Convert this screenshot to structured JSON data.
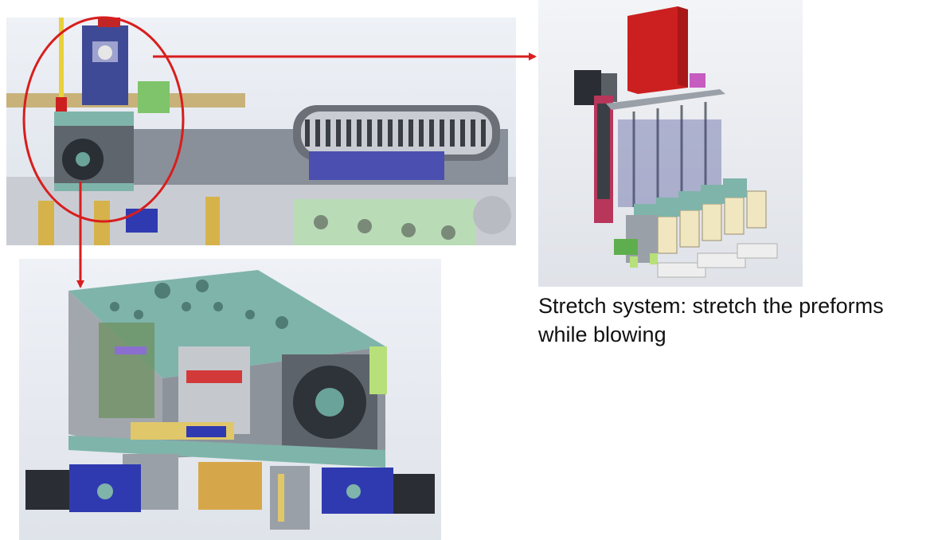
{
  "caption": {
    "line1": "Stretch system: stretch the preforms",
    "line2": "while blowing"
  },
  "colors": {
    "highlight": "#d81e1e",
    "arrow": "#d81e1e",
    "machine_frame": "#7a8088",
    "table_top": "#7fb4aa",
    "motor_blue": "#2f3ab0",
    "stretch_red": "#cc2020",
    "cylinder_cream": "#f0e6c0"
  },
  "annotations": {
    "highlight_shape": "ellipse",
    "arrows": [
      {
        "from": "highlight",
        "to": "stretch-system-detail"
      },
      {
        "from": "highlight",
        "to": "stretch-unit-detail"
      }
    ]
  }
}
